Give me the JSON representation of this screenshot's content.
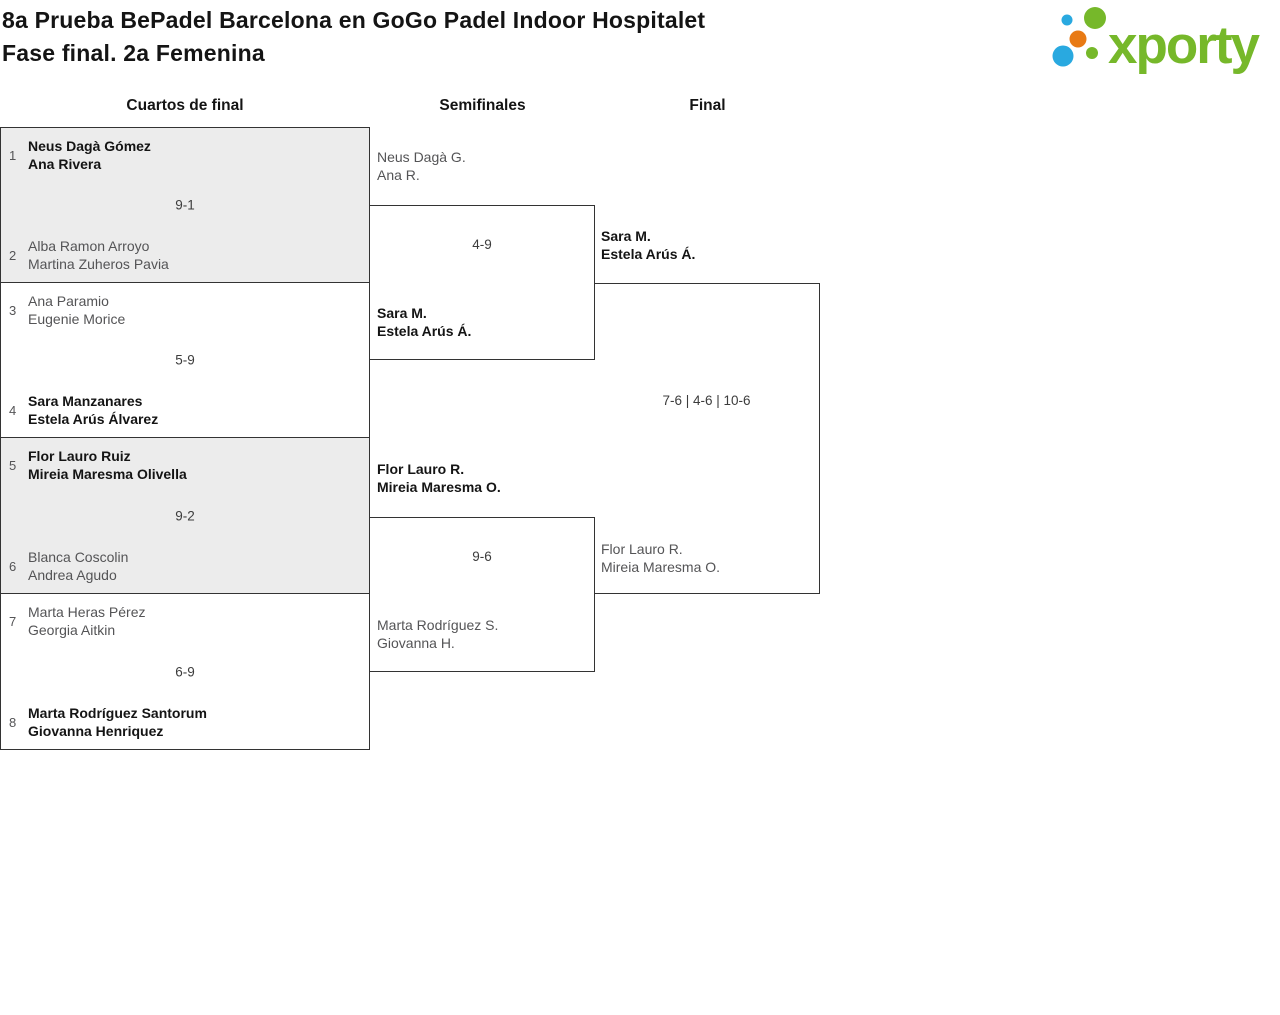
{
  "colors": {
    "brand_green": "#76b82a",
    "brand_blue": "#29a9e0",
    "brand_orange": "#e87a14",
    "card_gray": "#ececec",
    "line": "#333333",
    "winner_text": "#141414",
    "muted_text": "#545456"
  },
  "header": {
    "title_line1": "8a Prueba BePadel Barcelona en GoGo Padel Indoor Hospitalet",
    "title_line2": "Fase final. 2a Femenina",
    "logo_text": "xporty"
  },
  "rounds": [
    {
      "label": "Cuartos de final"
    },
    {
      "label": "Semifinales"
    },
    {
      "label": "Final"
    }
  ],
  "quarterfinals": [
    {
      "top_seed": "1",
      "top_players": [
        "Neus Dagà Gómez",
        "Ana Rivera"
      ],
      "top_winner": true,
      "score": "9-1",
      "bottom_seed": "2",
      "bottom_players": [
        "Alba Ramon Arroyo",
        "Martina Zuheros Pavia"
      ],
      "bottom_winner": false
    },
    {
      "top_seed": "3",
      "top_players": [
        "Ana Paramio",
        "Eugenie Morice"
      ],
      "top_winner": false,
      "score": "5-9",
      "bottom_seed": "4",
      "bottom_players": [
        "Sara Manzanares",
        "Estela Arús Álvarez"
      ],
      "bottom_winner": true
    },
    {
      "top_seed": "5",
      "top_players": [
        "Flor Lauro Ruiz",
        "Mireia Maresma Olivella"
      ],
      "top_winner": true,
      "score": "9-2",
      "bottom_seed": "6",
      "bottom_players": [
        "Blanca Coscolin",
        "Andrea Agudo"
      ],
      "bottom_winner": false
    },
    {
      "top_seed": "7",
      "top_players": [
        "Marta Heras Pérez",
        "Georgia Aitkin"
      ],
      "top_winner": false,
      "score": "6-9",
      "bottom_seed": "8",
      "bottom_players": [
        "Marta Rodríguez Santorum",
        "Giovanna Henriquez"
      ],
      "bottom_winner": true
    }
  ],
  "semifinals": [
    {
      "top_players": [
        "Neus Dagà G.",
        "Ana R."
      ],
      "top_winner": false,
      "score": "4-9",
      "bottom_players": [
        "Sara M.",
        "Estela Arús Á."
      ],
      "bottom_winner": true
    },
    {
      "top_players": [
        "Flor Lauro R.",
        "Mireia Maresma O."
      ],
      "top_winner": true,
      "score": "9-6",
      "bottom_players": [
        "Marta Rodríguez S.",
        "Giovanna H."
      ],
      "bottom_winner": false
    }
  ],
  "final": {
    "top_players": [
      "Sara M.",
      "Estela Arús Á."
    ],
    "top_winner": true,
    "score": "7-6 | 4-6 | 10-6",
    "bottom_players": [
      "Flor Lauro R.",
      "Mireia Maresma O."
    ],
    "bottom_winner": false
  }
}
